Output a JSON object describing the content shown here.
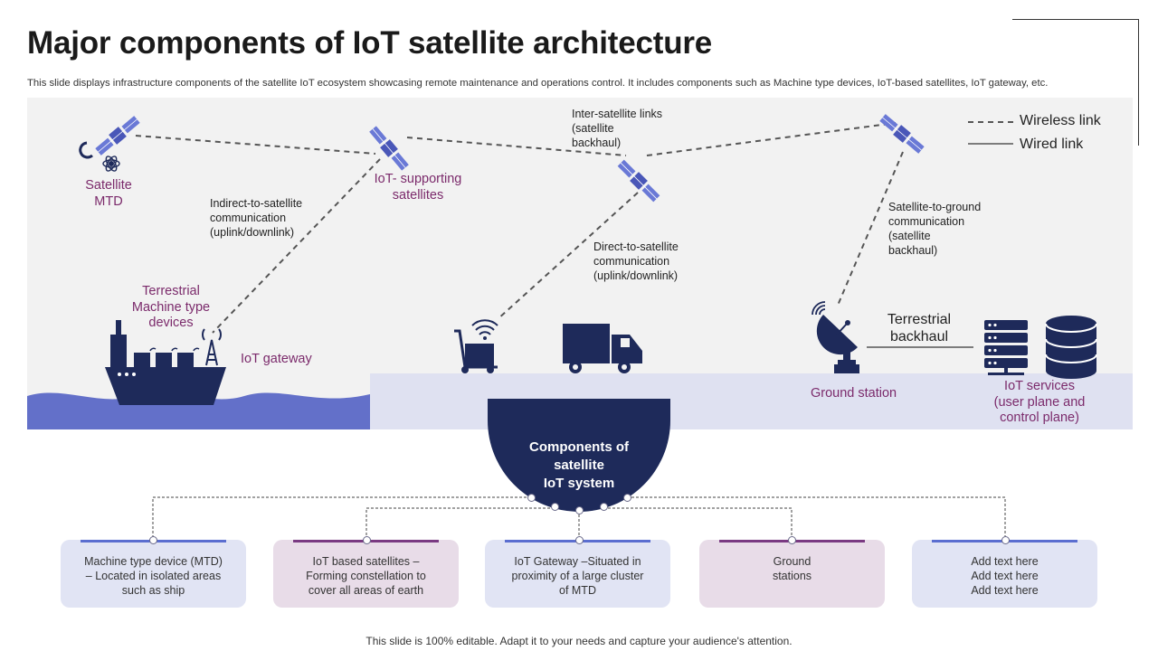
{
  "title": "Major components of IoT satellite architecture",
  "subtitle": "This slide displays infrastructure components of the satellite IoT ecosystem showcasing remote maintenance and operations control. It includes components such as Machine type devices, IoT-based satellites, IoT gateway,  etc.",
  "legend": {
    "wireless": "Wireless link",
    "wired": "Wired link"
  },
  "diagram": {
    "satellite_mtd": [
      "Satellite",
      "MTD"
    ],
    "iot_supporting": [
      "IoT- supporting",
      "satellites"
    ],
    "inter_satellite": [
      "Inter-satellite  links",
      "(satellite",
      "backhaul)"
    ],
    "indirect": [
      "Indirect-to-satellite",
      "communication",
      "(uplink/downlink)"
    ],
    "direct": [
      "Direct-to-satellite",
      "communication",
      "(uplink/downlink)"
    ],
    "sat_to_ground": [
      "Satellite-to-ground",
      "communication",
      "(satellite",
      "backhaul)"
    ],
    "terrestrial_mtd": [
      "Terrestrial",
      "Machine type",
      "devices"
    ],
    "iot_gateway": "IoT gateway",
    "terrestrial_backhaul": [
      "Terrestrial",
      "backhaul"
    ],
    "ground_station": "Ground station",
    "iot_services": [
      "IoT services",
      "(user plane and",
      "control plane)"
    ]
  },
  "hub": [
    "Components of",
    "satellite",
    "IoT system"
  ],
  "cards": [
    {
      "text": [
        "Machine type device (MTD)",
        "– Located in isolated areas",
        "such as ship"
      ],
      "style": "blue"
    },
    {
      "text": [
        "IoT based satellites –",
        "Forming constellation to",
        "cover all areas of earth"
      ],
      "style": "violet"
    },
    {
      "text": [
        "IoT Gateway –Situated in",
        "proximity of a large cluster",
        "of MTD"
      ],
      "style": "blue"
    },
    {
      "text": [
        "Ground",
        "stations"
      ],
      "style": "violet"
    },
    {
      "text": [
        "Add text here",
        "Add text here",
        "Add text here"
      ],
      "style": "blue"
    }
  ],
  "colors": {
    "navy": "#1e2a5a",
    "accent_blue": "#5b6ed0",
    "accent_purple": "#7b2a6b",
    "wave": "#6370c9"
  },
  "footer": "This slide is 100% editable. Adapt it to your needs and capture your audience's attention."
}
